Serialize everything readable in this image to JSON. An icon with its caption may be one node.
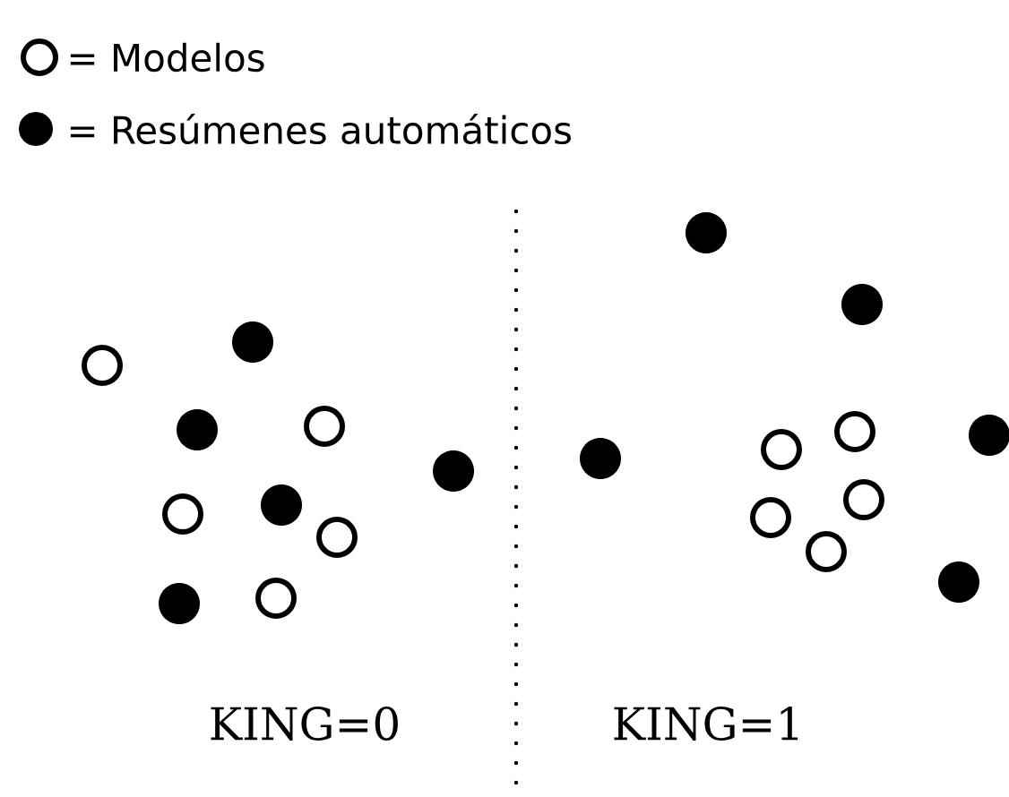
{
  "diagram": {
    "labels": [
      "KING=0",
      "KING=1"
    ],
    "legend": [
      {
        "text": "= Modelos"
      },
      {
        "text": "= Resúmenes automáticos"
      }
    ]
  }
}
